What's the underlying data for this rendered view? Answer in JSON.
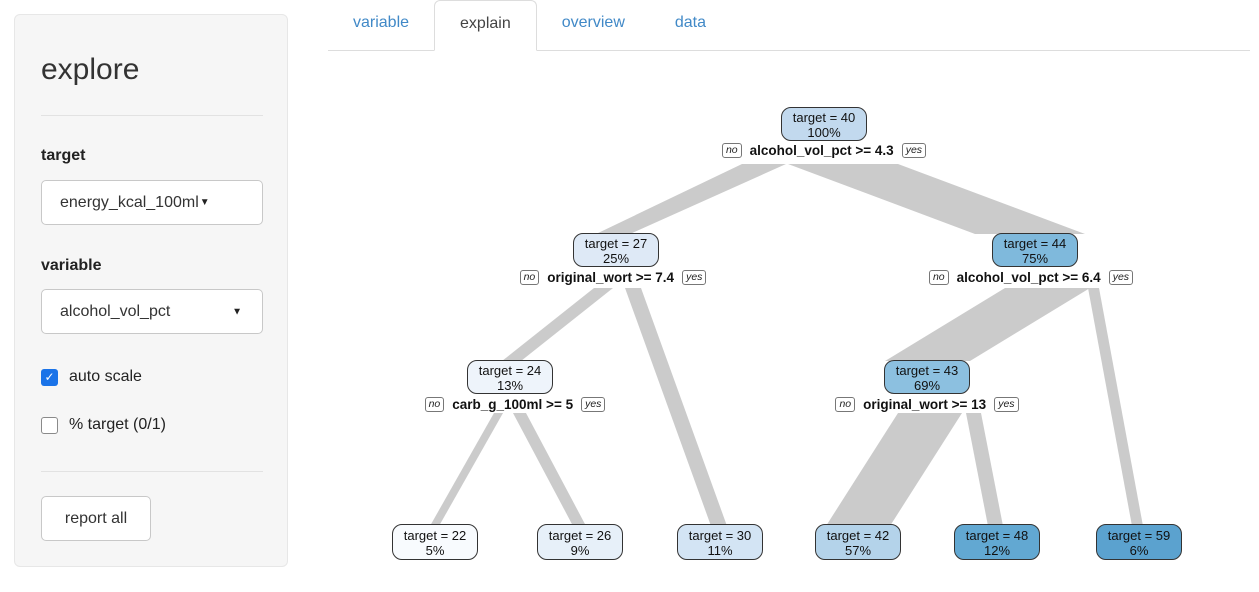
{
  "colors": {
    "link_blue": "#4189c7",
    "active_tab_text": "#444444",
    "checkbox_checked": "#1a73e8",
    "sidebar_bg": "#f6f6f6",
    "edge_gray": "#cbcbcb",
    "node_border": "#333333"
  },
  "icons": {
    "chevron_down": "▼",
    "check": "✓"
  },
  "sidebar": {
    "title": "explore",
    "target_label": "target",
    "target_value": "energy_kcal_100ml",
    "variable_label": "variable",
    "variable_value": "alcohol_vol_pct",
    "auto_scale_label": "auto scale",
    "auto_scale_checked": true,
    "pct_target_label": "% target (0/1)",
    "pct_target_checked": false,
    "report_all_label": "report all"
  },
  "tabs": [
    {
      "label": "variable",
      "active": false
    },
    {
      "label": "explain",
      "active": true
    },
    {
      "label": "overview",
      "active": false
    },
    {
      "label": "data",
      "active": false
    }
  ],
  "tree": {
    "type": "decision-tree",
    "edge_color": "#cbcbcb",
    "nodes": [
      {
        "id": "root",
        "label": "target = 40",
        "pct": "100%",
        "fill": "#c2d9ee",
        "split": "alcohol_vol_pct >= 4.3"
      },
      {
        "id": "n27",
        "label": "target = 27",
        "pct": "25%",
        "fill": "#dee9f6",
        "split": "original_wort >= 7.4",
        "parent": "root",
        "branch": "no"
      },
      {
        "id": "n44",
        "label": "target = 44",
        "pct": "75%",
        "fill": "#7fb9dc",
        "split": "alcohol_vol_pct >= 6.4",
        "parent": "root",
        "branch": "yes"
      },
      {
        "id": "n24",
        "label": "target = 24",
        "pct": "13%",
        "fill": "#eef4fb",
        "split": "carb_g_100ml >= 5",
        "parent": "n27",
        "branch": "no"
      },
      {
        "id": "n43",
        "label": "target = 43",
        "pct": "69%",
        "fill": "#8cc0e0",
        "split": "original_wort >= 13",
        "parent": "n44",
        "branch": "no"
      },
      {
        "id": "l22",
        "label": "target = 22",
        "pct": "5%",
        "fill": "#f8fbfe",
        "parent": "n24",
        "branch": "no"
      },
      {
        "id": "l26",
        "label": "target = 26",
        "pct": "9%",
        "fill": "#e7f0f9",
        "parent": "n24",
        "branch": "yes"
      },
      {
        "id": "l30",
        "label": "target = 30",
        "pct": "11%",
        "fill": "#d3e4f4",
        "parent": "n27",
        "branch": "yes"
      },
      {
        "id": "l42",
        "label": "target = 42",
        "pct": "57%",
        "fill": "#b4d3ea",
        "parent": "n43",
        "branch": "no"
      },
      {
        "id": "l48",
        "label": "target = 48",
        "pct": "12%",
        "fill": "#62a8d2",
        "parent": "n43",
        "branch": "yes"
      },
      {
        "id": "l59",
        "label": "target = 59",
        "pct": "6%",
        "fill": "#5ba2cf",
        "parent": "n44",
        "branch": "yes"
      }
    ],
    "splits": [
      {
        "no": "no",
        "condition": "alcohol_vol_pct >= 4.3",
        "yes": "yes"
      },
      {
        "no": "no",
        "condition": "original_wort >= 7.4",
        "yes": "yes"
      },
      {
        "no": "no",
        "condition": "alcohol_vol_pct >= 6.4",
        "yes": "yes"
      },
      {
        "no": "no",
        "condition": "carb_g_100ml >= 5",
        "yes": "yes"
      },
      {
        "no": "no",
        "condition": "original_wort >= 13",
        "yes": "yes"
      }
    ]
  }
}
